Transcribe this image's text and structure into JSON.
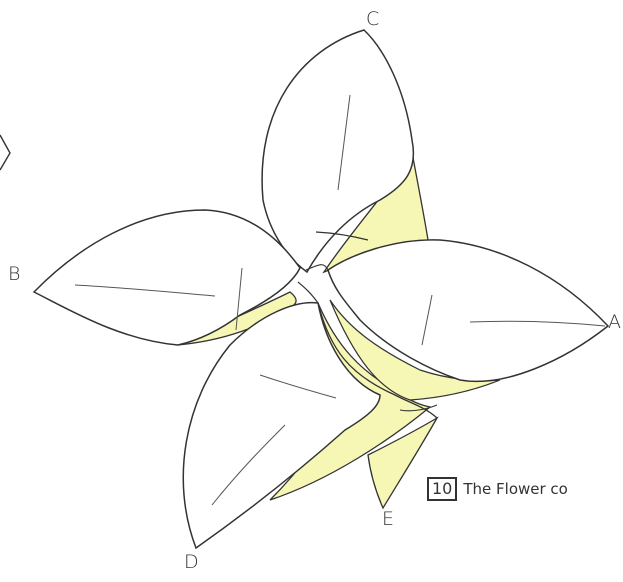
{
  "diagram": {
    "step_number": "10",
    "caption": "The Flower co",
    "points": {
      "a": "A",
      "b": "B",
      "c": "C",
      "d": "D",
      "e": "E"
    },
    "colors": {
      "paper_white": "#ffffff",
      "paper_colored": "#f7f7b5",
      "line": "#333333"
    }
  }
}
